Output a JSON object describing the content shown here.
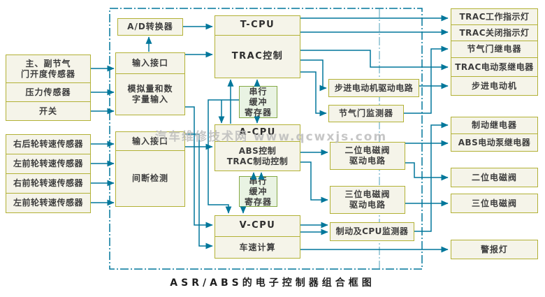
{
  "colors": {
    "line": "#00779b",
    "box_border": "#b2b135",
    "box_fill": "#f5f4e9",
    "buffer_border": "#85a944",
    "buffer_fill": "#e9f3e3",
    "text": "#3d3d3d",
    "watermark": "#b9b9b9"
  },
  "watermark": {
    "text": "汽车维修技术网 www.qcwxjs.com"
  },
  "caption": {
    "text": "ASR/ABS的电子控制器组合框图"
  },
  "sensors": {
    "analog": [
      "主、副节气\n门开度传感器",
      "压力传感器",
      "开关"
    ],
    "wheels": [
      "右后轮转速传感器",
      "左前轮转速传感器",
      "右前轮转速传感器",
      "左前轮转速传感器"
    ]
  },
  "ecu": {
    "ad_converter": "A/D转换器",
    "input_interface_1": "输入接口",
    "analog_digital_input": "模拟量和数\n字量输入",
    "input_interface_2": "输入接口",
    "interrupt_detect": "间断检测",
    "t_cpu": "T-CPU",
    "trac_control": "TRAC控制",
    "serial_buffer_1": "串行\n缓冲\n寄存器",
    "a_cpu": "A-CPU",
    "abs_trac_brake_control": "ABS控制\nTRAC制动控制",
    "serial_buffer_2": "串行\n缓冲\n寄存器",
    "v_cpu": "V-CPU",
    "speed_calc": "车速计算",
    "stepper_drive": "步进电动机驱动电路",
    "throttle_monitor": "节气门监测器",
    "two_pos_valve_drive": "二位电磁阀\n驱动电路",
    "three_pos_valve_drive": "三位电磁阀\n驱动电路",
    "brake_cpu_monitor": "制动及CPU监测器"
  },
  "outputs": [
    "TRAC工作指示灯",
    "TRAC关闭指示灯",
    "节气门继电器",
    "TRAC电动泵继电器",
    "步进电动机",
    "制动继电器",
    "ABS电动泵继电器",
    "二位电磁阀",
    "三位电磁阀",
    "警报灯"
  ]
}
